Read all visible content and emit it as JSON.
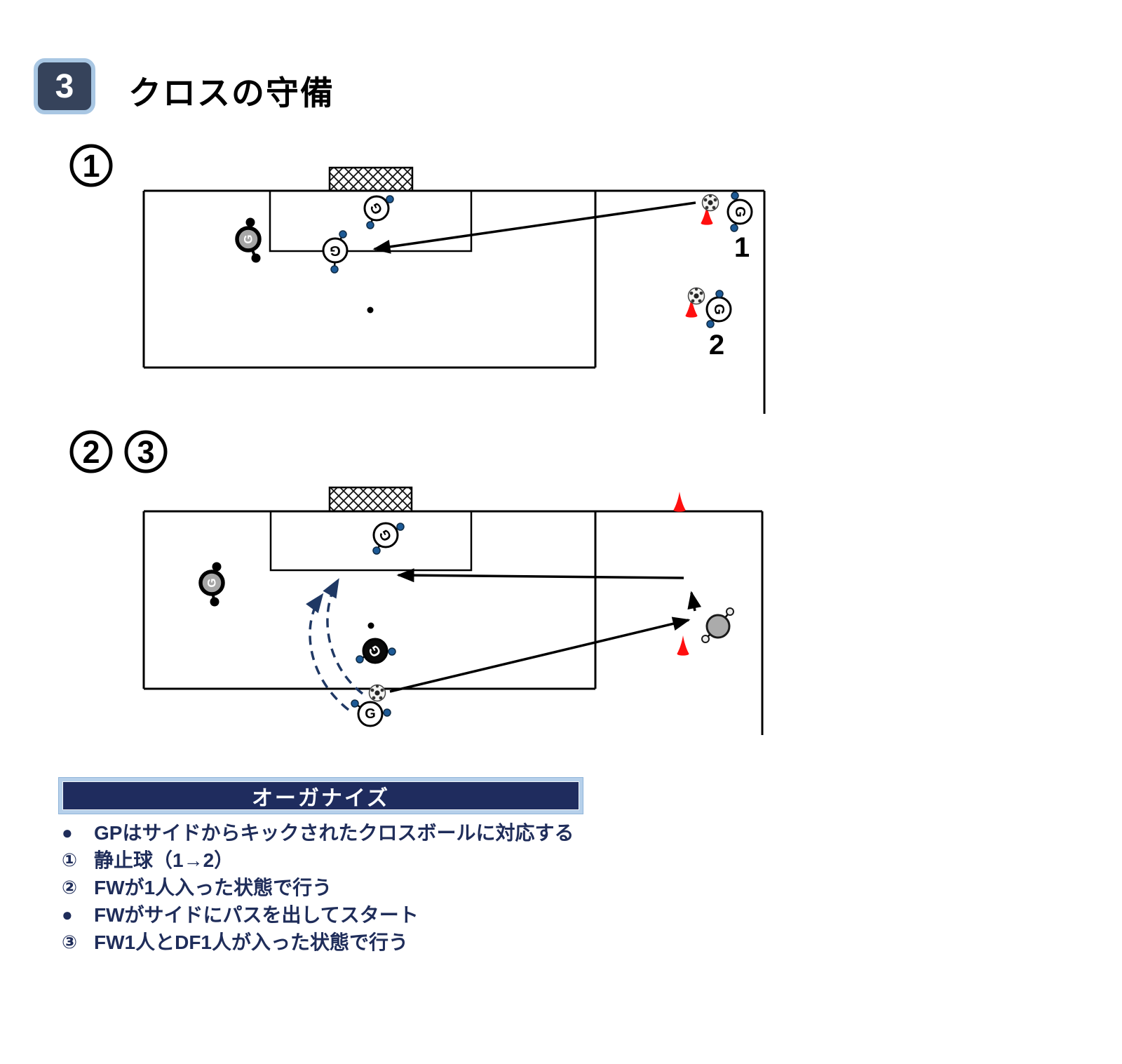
{
  "header": {
    "section_number": "3",
    "title": "クロスの守備"
  },
  "glyphs": {
    "gk": "G"
  },
  "diagram1": {
    "step_label": "1",
    "position_labels": {
      "pos1": "1",
      "pos2": "2"
    }
  },
  "diagram2": {
    "step_labels": {
      "a": "2",
      "b": "3"
    }
  },
  "organize": {
    "title": "オーガナイズ",
    "items": [
      {
        "prefix": "●",
        "text": "GPはサイドからキックされたクロスボールに対応する"
      },
      {
        "prefix": "①",
        "text": "静止球（1→2）"
      },
      {
        "prefix": "②",
        "text": "FWが1人入った状態で行う"
      },
      {
        "prefix": "●",
        "text": "FWがサイドにパスを出してスタート"
      },
      {
        "prefix": "③",
        "text": "FW1人とDF1人が入った状態で行う"
      }
    ]
  },
  "colors": {
    "navy_bar": "#1F2C5E",
    "light_blue_frame": "#B6D0EA",
    "badge_fill": "#36435B",
    "text_navy": "#1F2D5A",
    "cone_red": "#FF0F0F",
    "marker_dot_blue": "#1D5A96",
    "dashed_arrow_navy": "#1F3864"
  }
}
